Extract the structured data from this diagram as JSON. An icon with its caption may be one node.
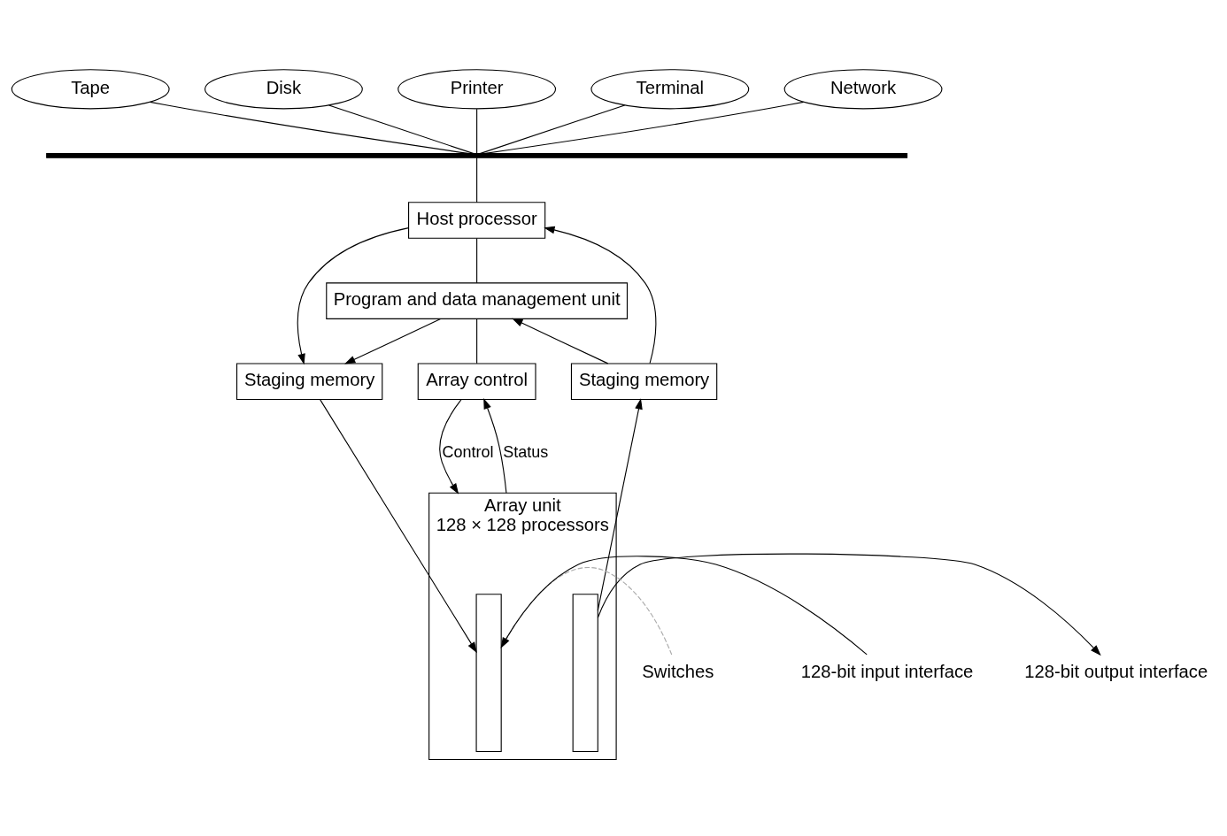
{
  "diagram": {
    "nodes": [
      {
        "text": [
          "Tape"
        ]
      },
      {
        "text": [
          "Disk"
        ]
      },
      {
        "text": [
          "Printer"
        ]
      },
      {
        "text": [
          "Terminal"
        ]
      },
      {
        "text": [
          "Network"
        ]
      },
      {
        "text": [],
        "shape": "bar"
      },
      {
        "text": [
          "Host processor"
        ]
      },
      {
        "text": [
          "Program and data management unit"
        ]
      },
      {
        "text": [
          "Staging memory"
        ]
      },
      {
        "text": [
          "Array control"
        ]
      },
      {
        "text": [
          "Staging memory"
        ]
      },
      {
        "text": [
          "Array unit",
          "128 × 128 processors"
        ]
      },
      {
        "text": [
          "Switches"
        ]
      },
      {
        "text": [],
        "shape": "box",
        "in": 11
      },
      {
        "text": [],
        "shape": "box",
        "in": 11
      },
      {
        "text": [
          "128-bit input interface"
        ]
      },
      {
        "text": [
          "128-bit output interface"
        ]
      }
    ],
    "edges": [
      {
        "from": 0,
        "to": 5,
        "arrow": "none"
      },
      {
        "from": 1,
        "to": 5,
        "arrow": "none"
      },
      {
        "from": 2,
        "to": 5,
        "arrow": "none"
      },
      {
        "from": 3,
        "to": 5,
        "arrow": "none"
      },
      {
        "from": 4,
        "to": 5,
        "arrow": "none"
      },
      {
        "from": 5,
        "to": 6,
        "arrow": "none"
      },
      {
        "from": 6,
        "to": 8,
        "arrow": "to"
      },
      {
        "from": 6,
        "to": 7,
        "arrow": "none"
      },
      {
        "from": 7,
        "to": 8,
        "arrow": "to"
      },
      {
        "from": 7,
        "to": 9,
        "arrow": "none"
      },
      {
        "from": 10,
        "to": 7,
        "arrow": "to"
      },
      {
        "from": 10,
        "to": 6,
        "arrow": "to"
      },
      {
        "from": 9,
        "to": 11,
        "arrow": "to",
        "label": "Control"
      },
      {
        "from": 11,
        "to": 9,
        "arrow": "to",
        "label": "Status"
      },
      {
        "from": 8,
        "to": 13,
        "arrow": "to"
      },
      {
        "from": 14,
        "to": 10,
        "arrow": "to"
      },
      {
        "from": 15,
        "to": 13,
        "arrow": "to"
      },
      {
        "from": 14,
        "to": 16,
        "arrow": "to"
      },
      {
        "from": 12,
        "to": 13,
        "arrow": "none",
        "style": "dashed",
        "color": "#aaaaaa"
      }
    ]
  }
}
